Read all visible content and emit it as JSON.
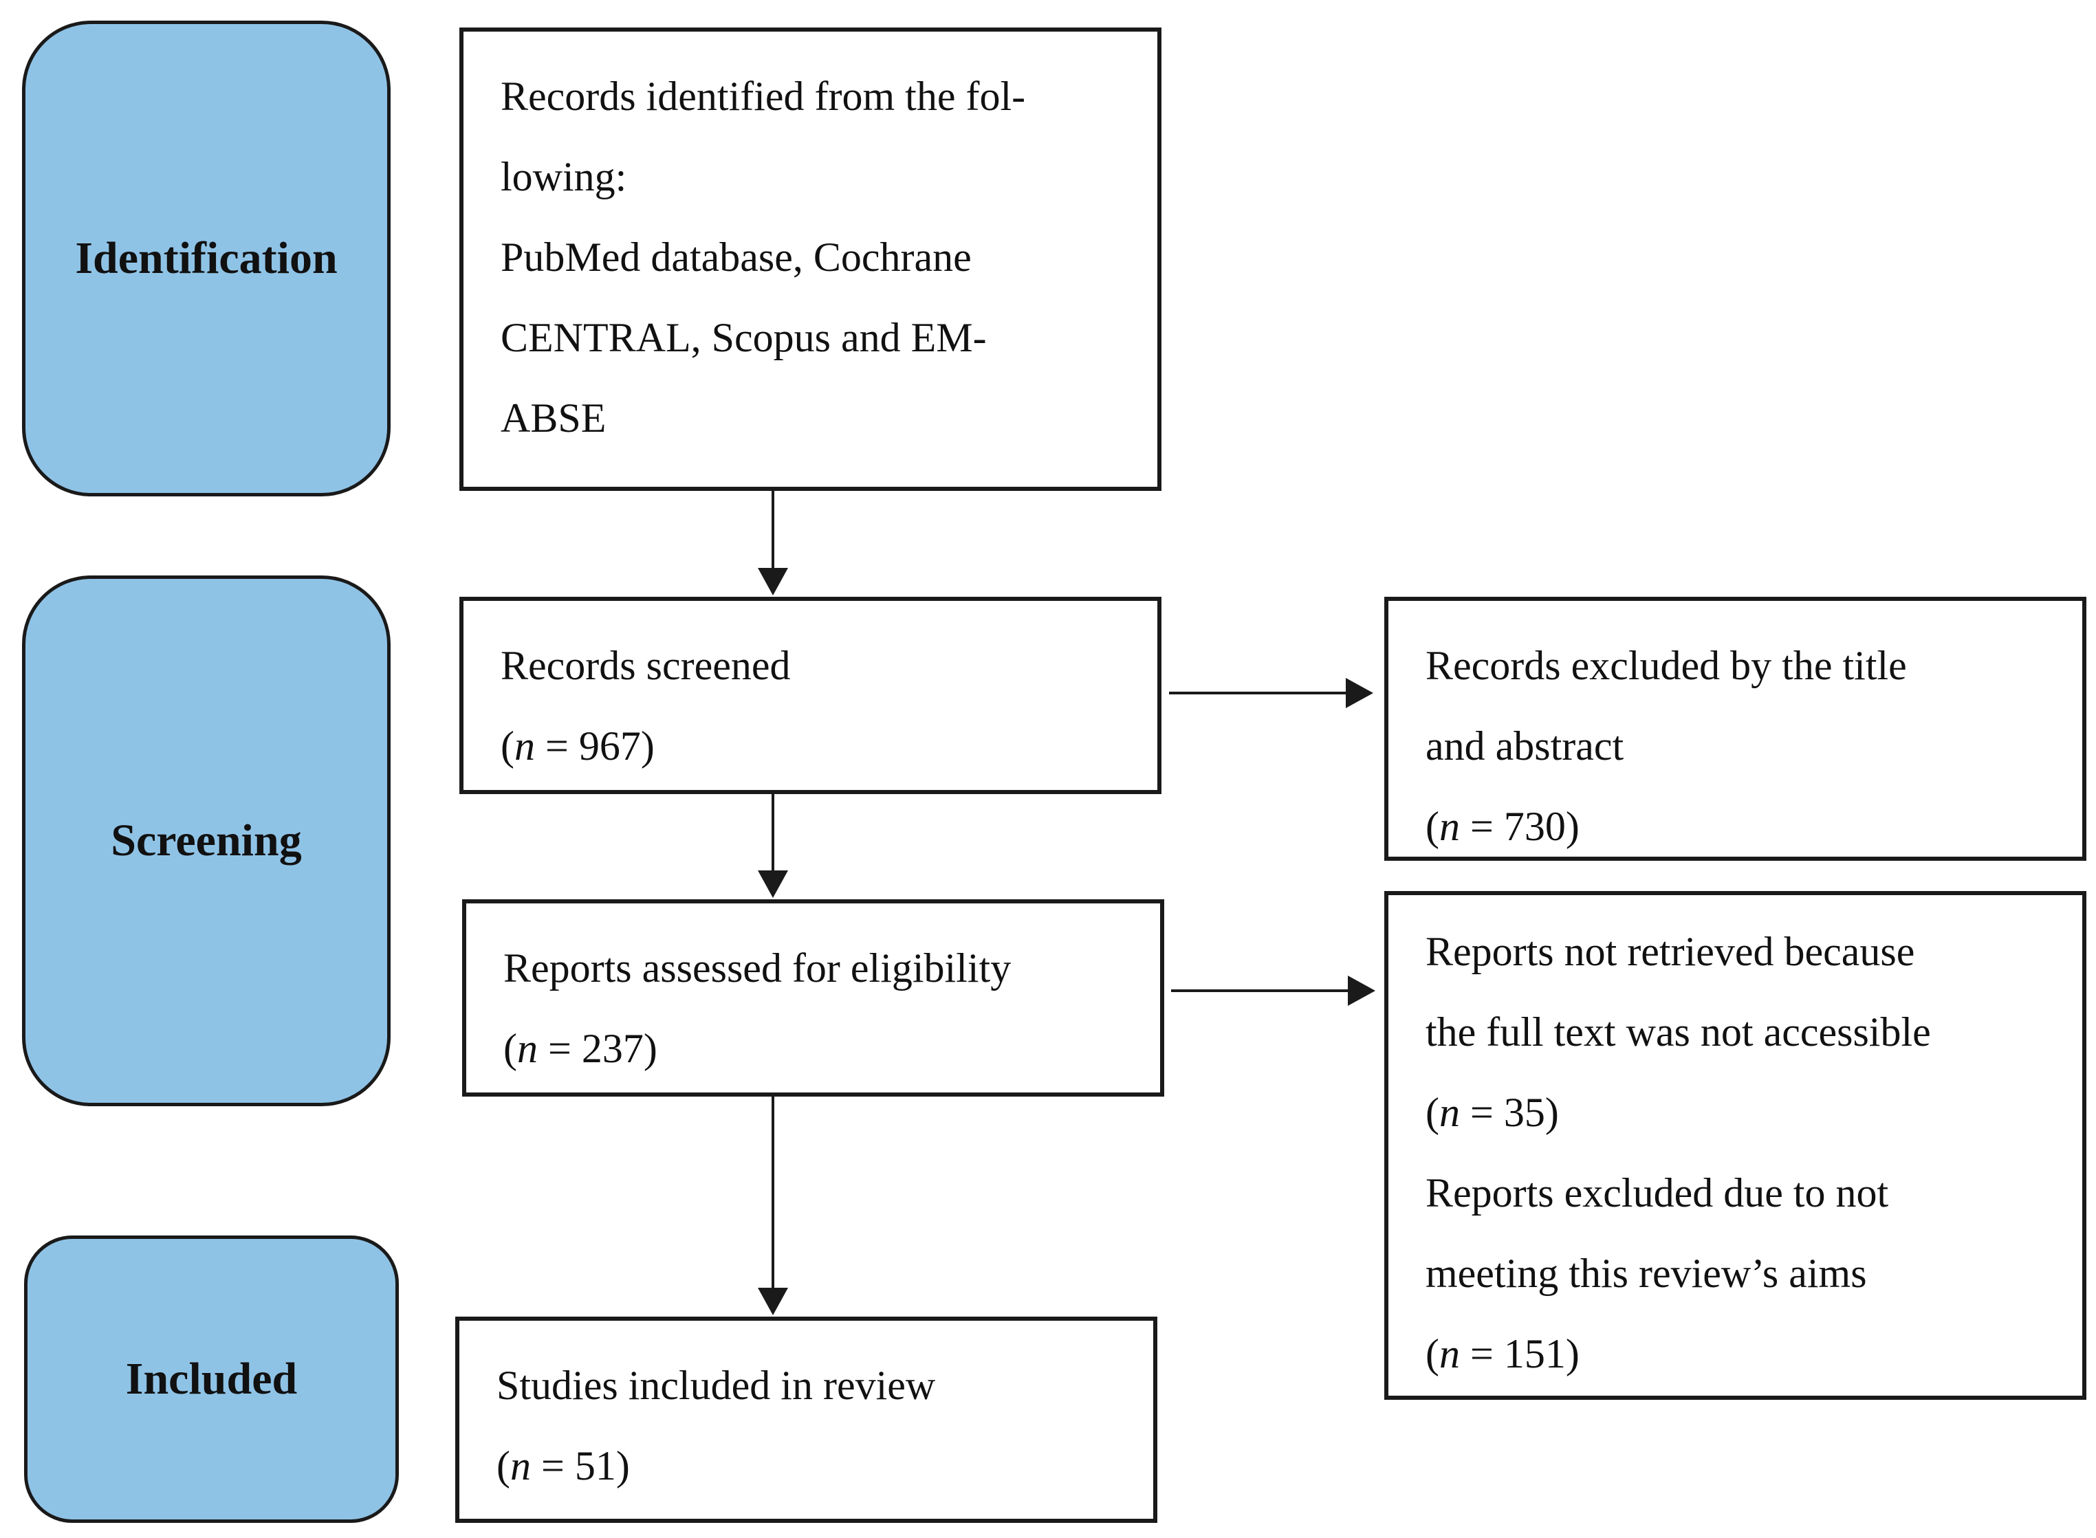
{
  "phases": {
    "identification": "Identification",
    "screening": "Screening",
    "included": "Included"
  },
  "boxes": {
    "identified": {
      "lines": [
        "Records identified from the fol-",
        "lowing:",
        "PubMed database, Cochrane",
        "CENTRAL, Scopus and EM-",
        "ABSE"
      ]
    },
    "screened": {
      "label": "Records screened",
      "n_symbol": "n",
      "n_value": " = 967)"
    },
    "excluded_title": {
      "lines": [
        "Records excluded by the title",
        "and abstract"
      ],
      "n_symbol": "n",
      "n_value": " = 730)"
    },
    "assessed": {
      "label": "Reports assessed for eligibility",
      "n_symbol": "n",
      "n_value": " = 237)"
    },
    "not_retrieved": {
      "lines": [
        "Reports not retrieved because",
        "the full text was not accessible"
      ],
      "n_symbol": "n",
      "n_value": " = 35)",
      "lines2": [
        "Reports excluded due to not",
        "meeting this review’s aims"
      ],
      "n2_symbol": "n",
      "n2_value": " = 151)"
    },
    "included": {
      "label": "Studies included in review",
      "n_symbol": "n",
      "n_value": " = 51)"
    }
  },
  "colors": {
    "phase_fill": "#8fc3e6",
    "stroke": "#1a1a1a"
  }
}
